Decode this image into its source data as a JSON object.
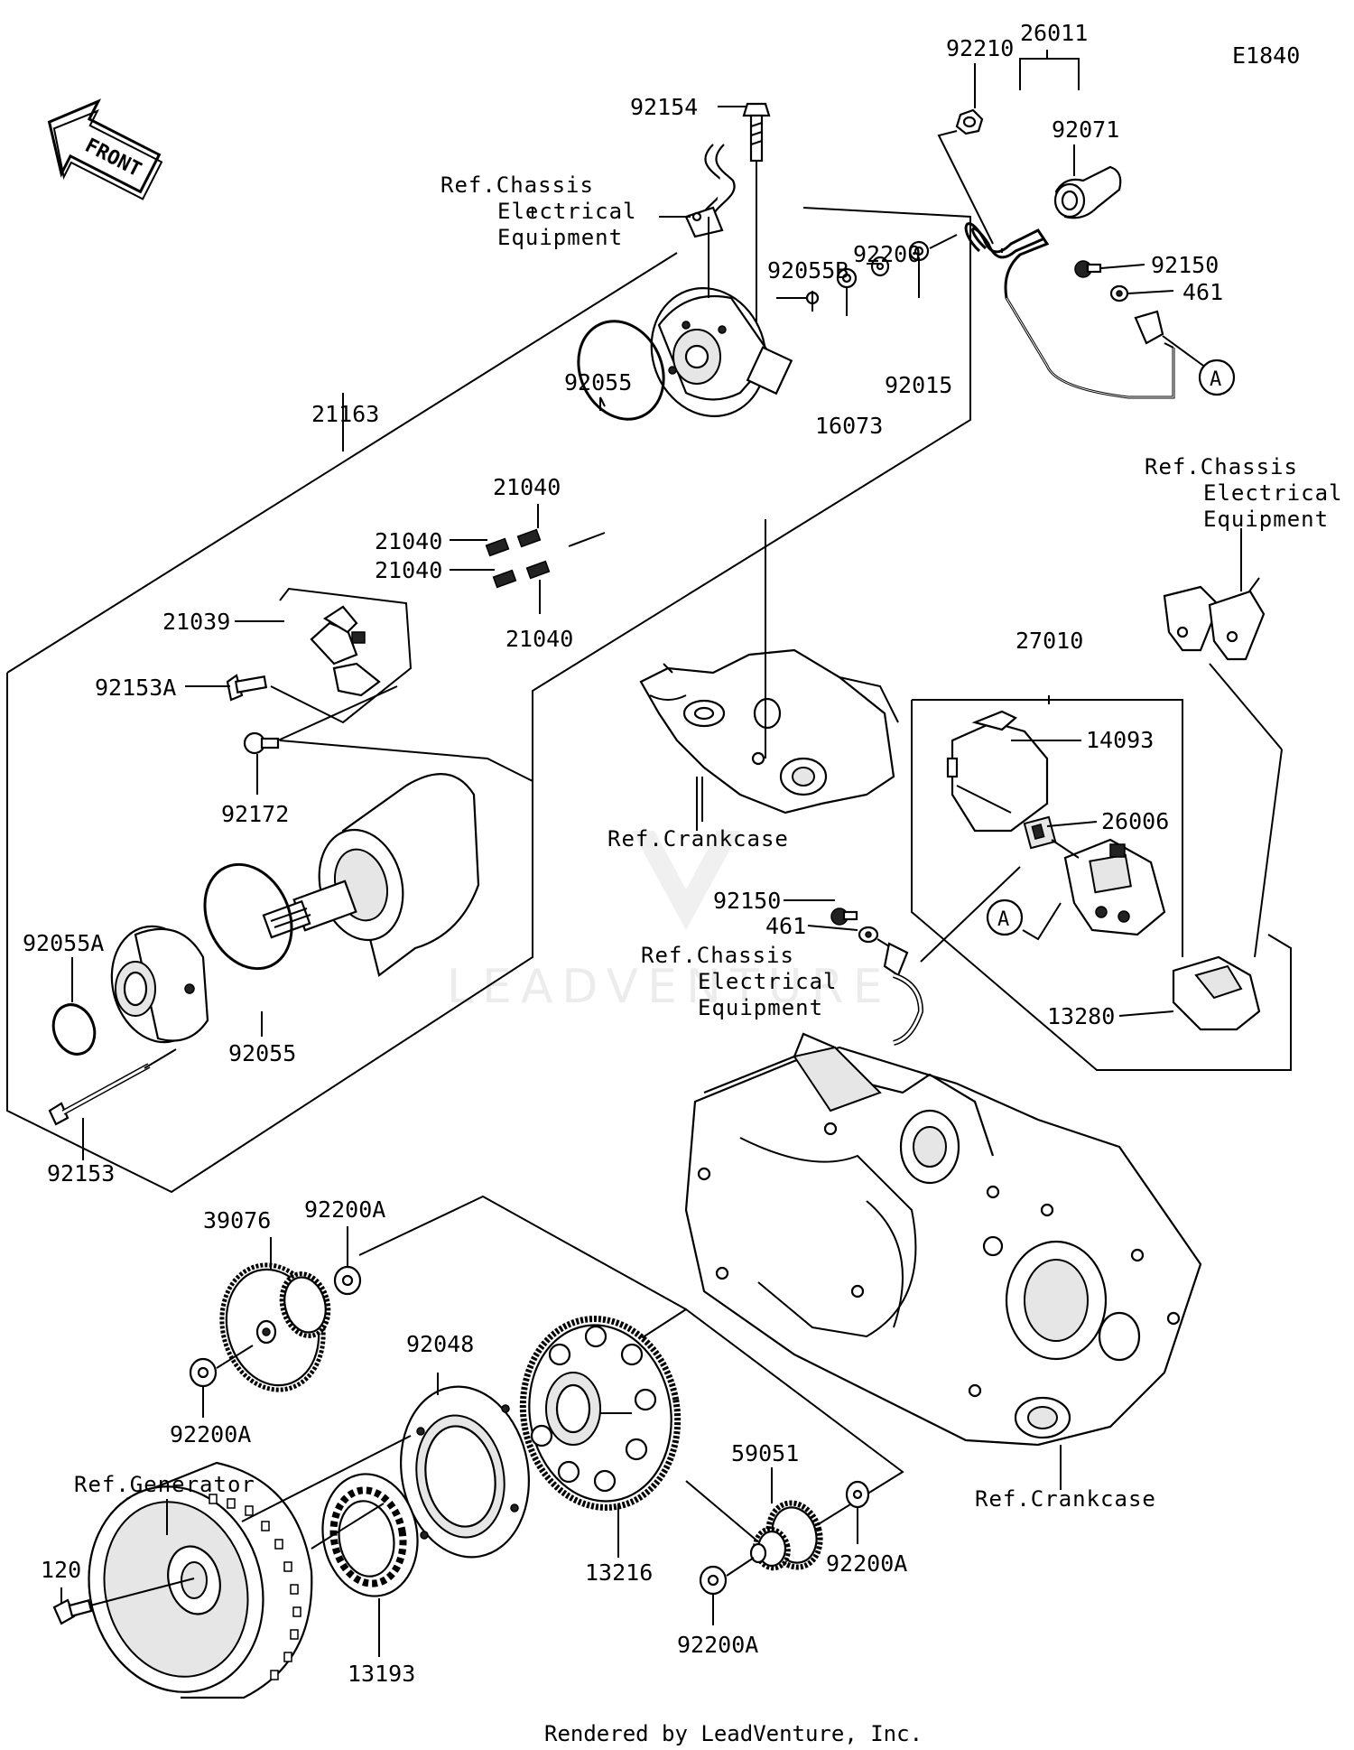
{
  "diagram_code": "E1840",
  "front_label": "FRONT",
  "watermark": "LEADVENTURE",
  "footer": "Rendered by LeadVenture, Inc.",
  "callout_a": "A",
  "refs": {
    "chassis_1_l1": "Ref.Chassis",
    "chassis_1_l2": "Electrical",
    "chassis_1_l3": "Equipment",
    "chassis_2_l1": "Ref.Chassis",
    "chassis_2_l2": "Electrical",
    "chassis_2_l3": "Equipment",
    "chassis_3_l1": "Ref.Chassis",
    "chassis_3_l2": "Electrical",
    "chassis_3_l3": "Equipment",
    "crankcase_1": "Ref.Crankcase",
    "crankcase_2": "Ref.Crankcase",
    "generator": "Ref.Generator"
  },
  "parts": {
    "p92210": "92210",
    "p26011": "26011",
    "p92154": "92154",
    "p92071": "92071",
    "p92200": "92200",
    "p92150a": "92150",
    "p461a": "461",
    "p92055B": "92055B",
    "p92015": "92015",
    "p16073": "16073",
    "p92055a": "92055",
    "p21163": "21163",
    "p21040a": "21040",
    "p21040b": "21040",
    "p21040c": "21040",
    "p21040d": "21040",
    "p21039": "21039",
    "p92153A": "92153A",
    "p92172": "92172",
    "p27010": "27010",
    "p14093": "14093",
    "p26006": "26006",
    "p92150b": "92150",
    "p461b": "461",
    "p13280": "13280",
    "p92055A": "92055A",
    "p92055b": "92055",
    "p92153": "92153",
    "p39076": "39076",
    "p92200Aa": "92200A",
    "p92200Ab": "92200A",
    "p92048": "92048",
    "p59051": "59051",
    "p92200Ac": "92200A",
    "p92200Ad": "92200A",
    "p13216": "13216",
    "p120": "120",
    "p13193": "13193"
  }
}
